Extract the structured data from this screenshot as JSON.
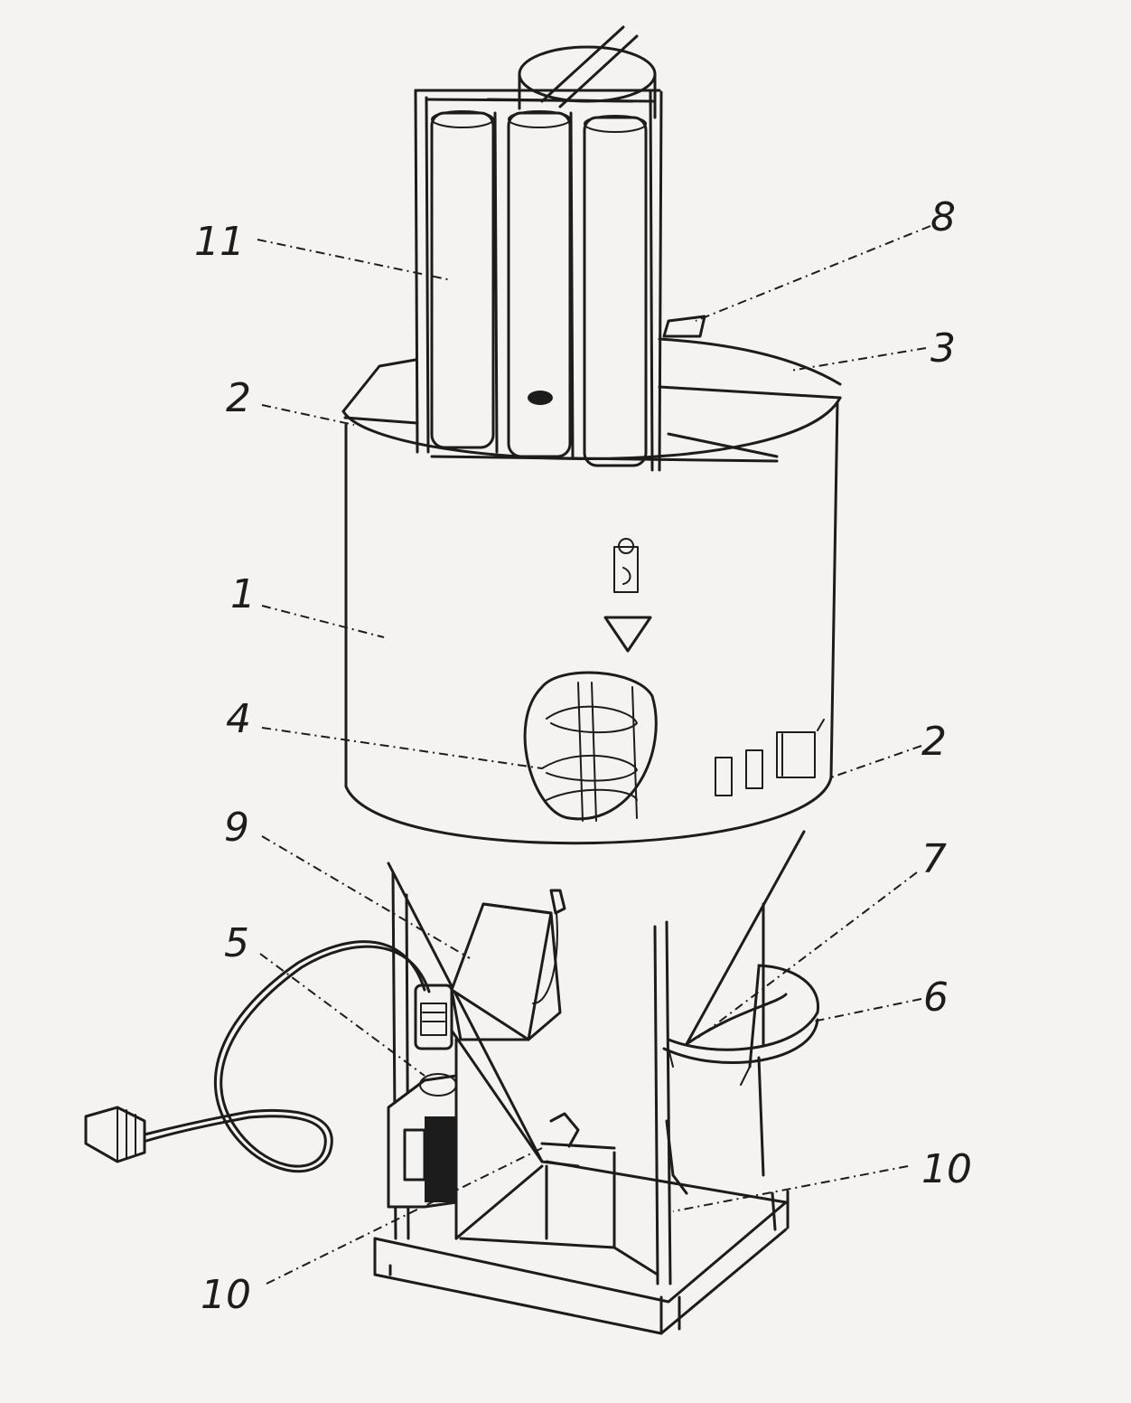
{
  "callouts": [
    {
      "id": "c11",
      "text": "11"
    },
    {
      "id": "c8",
      "text": "8"
    },
    {
      "id": "c3",
      "text": "3"
    },
    {
      "id": "c2a",
      "text": "2"
    },
    {
      "id": "c1",
      "text": "1"
    },
    {
      "id": "c4",
      "text": "4"
    },
    {
      "id": "c2b",
      "text": "2"
    },
    {
      "id": "c9",
      "text": "9"
    },
    {
      "id": "c7",
      "text": "7"
    },
    {
      "id": "c5",
      "text": "5"
    },
    {
      "id": "c6",
      "text": "6"
    },
    {
      "id": "c10a",
      "text": "10"
    },
    {
      "id": "c10b",
      "text": "10"
    }
  ],
  "colors": {
    "ink": "#1c1c1c",
    "paper": "#f4f3f1"
  }
}
